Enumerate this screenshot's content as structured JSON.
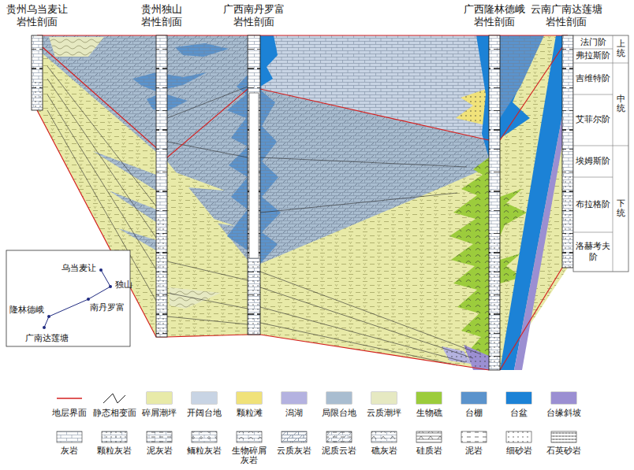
{
  "diagram": {
    "labels": [
      "贵州乌当麦让 岩性剖面",
      "贵州独山 岩性剖面",
      "广西南丹罗富 岩性剖面",
      "广西隆林德峨 岩性剖面",
      "云南广南达莲塘 岩性剖面",
      "法门阶",
      "弗拉斯阶",
      "吉维特阶",
      "艾菲尔阶",
      "埃姆斯阶",
      "布拉格阶",
      "洛赫考夫阶",
      "上统",
      "中统",
      "下统",
      "乌当麦让",
      "独山",
      "南丹罗富",
      "隆林德峨",
      "广南达莲塘"
    ],
    "legend": [
      {
        "text": "地层界面"
      },
      {
        "text": "静态相变面"
      },
      {
        "text": "碎屑潮坪",
        "color": "#e8eaa8"
      },
      {
        "text": "开阔台地",
        "color": "#c8d4e4"
      },
      {
        "text": "颗粒滩",
        "color": "#f0e27a"
      },
      {
        "text": "潟湖",
        "color": "#b4b2e0"
      },
      {
        "text": "局限台地",
        "color": "#a9bdd0"
      },
      {
        "text": "云质潮坪",
        "color": "#e6e9c2"
      },
      {
        "text": "生物礁",
        "color": "#9ccc3c"
      },
      {
        "text": "台棚",
        "color": "#5b93cc"
      },
      {
        "text": "台盆",
        "color": "#1c82d6"
      },
      {
        "text": "台缘斜坡",
        "color": "#9b8fd2"
      },
      {
        "text": "灰岩"
      },
      {
        "text": "颗粒灰岩"
      },
      {
        "text": "泥灰岩"
      },
      {
        "text": "鲕粒灰岩"
      },
      {
        "text": "生物碎屑灰岩"
      },
      {
        "text": "云质灰岩"
      },
      {
        "text": "泥质云岩"
      },
      {
        "text": "礁灰岩"
      },
      {
        "text": "硅质岩"
      },
      {
        "text": "泥岩"
      },
      {
        "text": "细砂岩"
      },
      {
        "text": "石英砂岩"
      }
    ]
  }
}
